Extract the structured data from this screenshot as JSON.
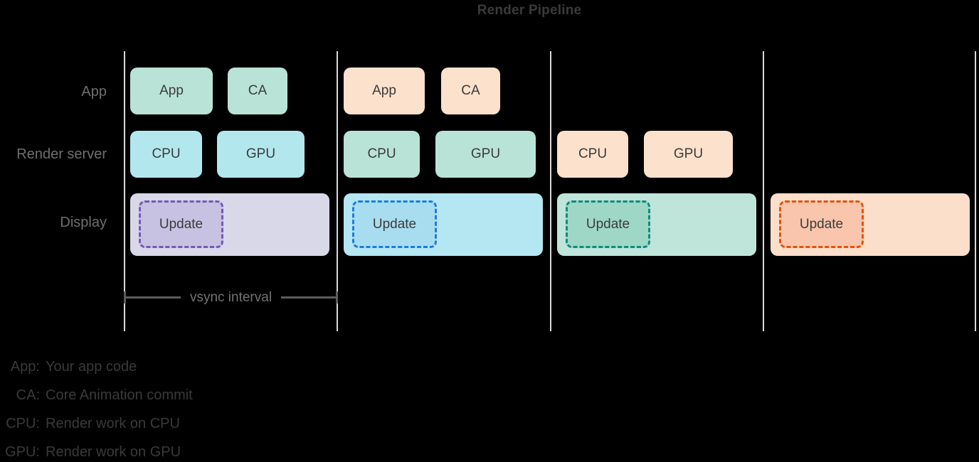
{
  "title": "Render Pipeline",
  "rows": {
    "app_label": "App",
    "render_server_label": "Render server",
    "display_label": "Display"
  },
  "boxes": {
    "app_label": "App",
    "ca_label": "CA",
    "cpu_label": "CPU",
    "gpu_label": "GPU",
    "update_label": "Update"
  },
  "vsync_label": "vsync interval",
  "legend": [
    {
      "term": "App:",
      "description": "Your app code"
    },
    {
      "term": "CA:",
      "description": "Core Animation commit"
    },
    {
      "term": "CPU:",
      "description": "Render work on CPU"
    },
    {
      "term": "GPU:",
      "description": "Render work on GPU"
    }
  ],
  "colors": {
    "background": "#000000",
    "title_text": "#3a3a3a",
    "row_label_text": "#6f6f6f",
    "box_text": "#3b3b3b",
    "divider": "#d9d9de",
    "vsync_line": "#5c5c5c",
    "vsync_text": "#737373",
    "mint_box": "#b9e3d6",
    "cyan_box": "#b3e7ee",
    "peach_box": "#fce1cc",
    "lavender_bar": "#d9d8e9",
    "purple_update_fill": "#c7c1e2",
    "purple_update_border": "#7458b8",
    "blue_bar": "#b5e7f3",
    "blue_update_fill": "#a8ddf0",
    "blue_update_border": "#1d7cd8",
    "green_bar": "#bfe5da",
    "green_update_fill": "#9ed7c5",
    "green_update_border": "#0e8a7f",
    "peach_bar": "#fcdfca",
    "peach_update_fill": "#f9c5ac",
    "peach_update_border": "#e2530f",
    "legend_text": "#3a3a3a"
  }
}
